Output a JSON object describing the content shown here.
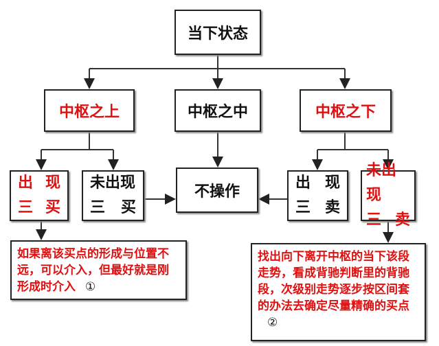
{
  "root": "当下状态",
  "level2": {
    "above": "中枢之上",
    "middle": "中枢之中",
    "below": "中枢之下"
  },
  "level3": {
    "b1": {
      "l1a": "出",
      "l1b": "现",
      "l2a": "三",
      "l2b": "买"
    },
    "b2": {
      "l1": "未出现",
      "l2a": "三",
      "l2b": "买"
    },
    "center": "不操作",
    "b4": {
      "l1a": "出",
      "l1b": "现",
      "l2a": "三",
      "l2b": "卖"
    },
    "b5": {
      "l1": "未出现",
      "l2a": "三",
      "l2b": "卖"
    }
  },
  "notes": {
    "left": "如果离该买点的形成与位置不远，可以介入，但最好就是刚形成时介入",
    "left_mark": "①",
    "right": "找出向下离开中枢的当下该段走势，看成背驰判断里的背驰段，次级别走势逐步按区间套的办法去确定尽量精确的买点",
    "right_mark": "②"
  },
  "colors": {
    "highlight": "#e01010",
    "text": "#111111"
  }
}
